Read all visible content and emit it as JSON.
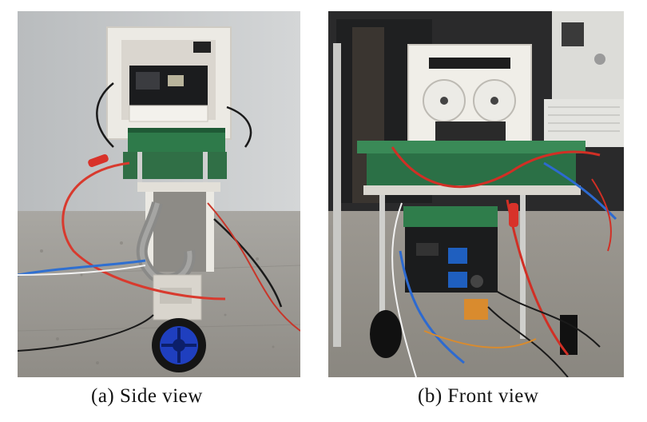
{
  "figure": {
    "panels": [
      {
        "caption": "(a) Side view",
        "photo": "robot-side-photo"
      },
      {
        "caption": "(b) Front view",
        "photo": "robot-front-photo"
      }
    ]
  }
}
